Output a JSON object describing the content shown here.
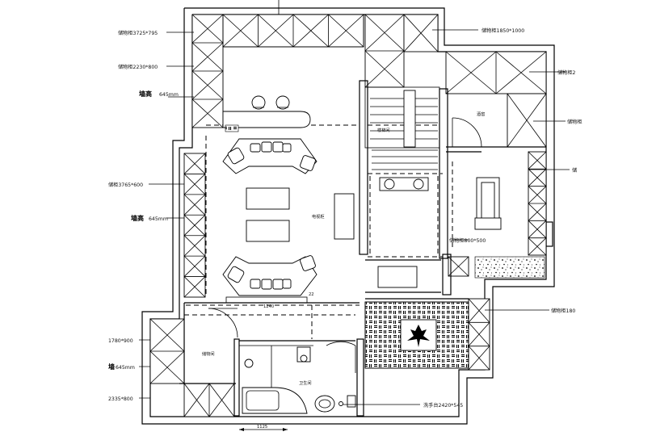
{
  "labels": {
    "cab_top_left": "储物柜3725*795",
    "cab_top_right": "储物柜1850*1000",
    "cab_right_top": "储物柜2",
    "cab_left_2": "储物柜2230*800",
    "wall_height_1_cn": "墙高",
    "wall_height_1_val": "645mm",
    "cab_right_2": "储物柜",
    "cab_left_3": "储柜3765*600",
    "cab_right_3": "储",
    "wall_height_2_cn": "墙高",
    "wall_height_2_val": "645mm",
    "cab_mid": "储物柜800*500",
    "cab_right_4": "储物柜180",
    "size_1780": "1780*900",
    "wall_height_3_cn": "墙",
    "wall_height_3_val": "645mm",
    "size_2335": "2335*800",
    "basin": "洗手台2420*545",
    "room_stair": "楼梯间",
    "room_wine": "酒窖",
    "room_tv": "电视柜",
    "room_storage": "储物间",
    "room_wc": "卫生间",
    "dim_bottom": "1125",
    "dim_small_1": "1240",
    "dim_small_2": "22"
  }
}
